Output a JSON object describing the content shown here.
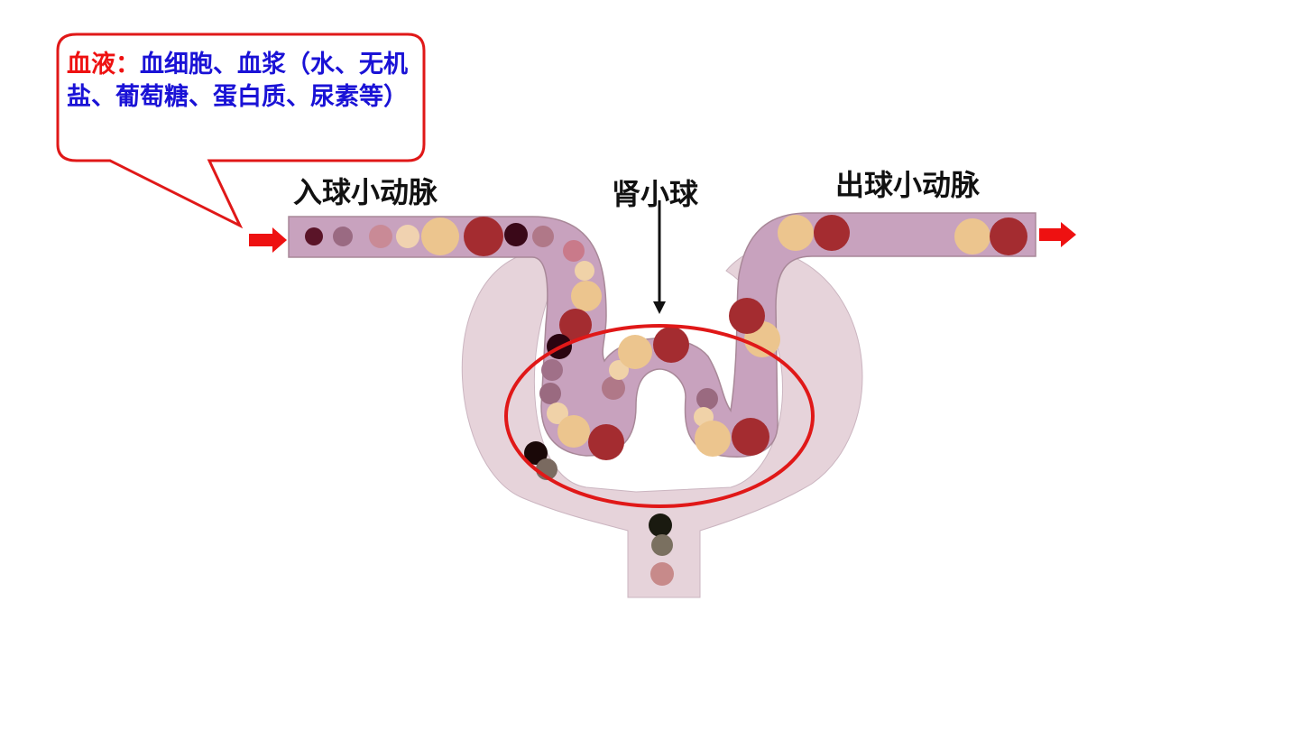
{
  "callout": {
    "key": "血液：",
    "text": "血细胞、血浆（水、无机盐、葡萄糖、蛋白质、尿素等）"
  },
  "labels": {
    "afferent": "入球小动脉",
    "glomerulus": "肾小球",
    "efferent": "出球小动脉"
  },
  "colors": {
    "vessel": "#c8a2be",
    "capsule": "#e6d3da",
    "highlight": "#e01818",
    "arrow": "#ee1111",
    "callout_text": "#1a12d6"
  }
}
